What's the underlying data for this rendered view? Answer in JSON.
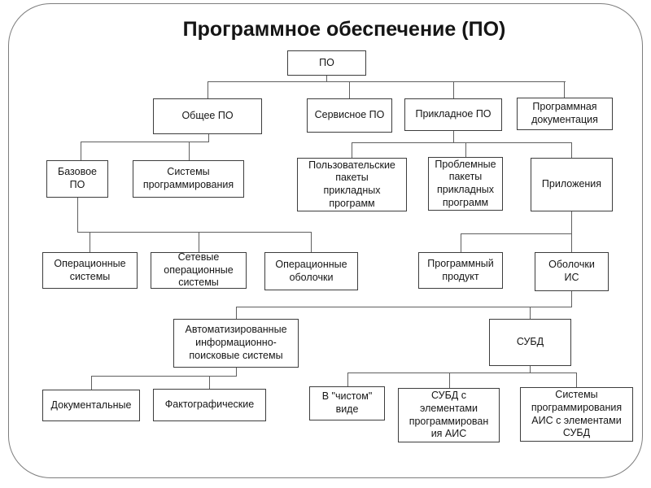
{
  "title": "Программное обеспечение (ПО)",
  "colors": {
    "background": "#ffffff",
    "box_border": "#3d3d3d",
    "connector": "#5f5f5f",
    "text": "#161616",
    "slide_border": "#7d7d7d"
  },
  "nodes": {
    "po": {
      "label": "ПО"
    },
    "obshchee_po": {
      "label": "Общее ПО"
    },
    "servisnoe_po": {
      "label": "Сервисное ПО"
    },
    "prikladnoe_po": {
      "label": "Прикладное ПО"
    },
    "prog_dokumentaciya": {
      "label": "Программная\nдокументация"
    },
    "bazovoe_po": {
      "label": "Базовое\nПО"
    },
    "sistemy_programmirovaniya": {
      "label": "Системы\nпрограммирования"
    },
    "polz_pakety": {
      "label": "Пользовательские\nпакеты\nприкладных\nпрограмм"
    },
    "probl_pakety": {
      "label": "Проблемные\nпакеты\nприкладных\nпрограмм"
    },
    "prilozheniya": {
      "label": "Приложения"
    },
    "oper_sistemy": {
      "label": "Операционные\nсистемы"
    },
    "set_oper_sistemy": {
      "label": "Сетевые\nоперационные\nсистемы"
    },
    "oper_obolochki": {
      "label": "Операционные\nоболочки"
    },
    "prog_produkt": {
      "label": "Программный\nпродукт"
    },
    "obolochki_is": {
      "label": "Оболочки\nИС"
    },
    "aips": {
      "label": "Автоматизированные\nинформационно-\nпоисковые системы"
    },
    "subd": {
      "label": "СУБД"
    },
    "dokumentalnye": {
      "label": "Документальные"
    },
    "faktograficheskie": {
      "label": "Фактографические"
    },
    "v_chistom_vide": {
      "label": "В \"чистом\"\nвиде"
    },
    "subd_s_elementami": {
      "label": "СУБД с\nэлементами\nпрограммирован\nия АИС"
    },
    "sistemy_prog_ais": {
      "label": "Системы\nпрограммирования\nАИС с элементами\nСУБД"
    }
  },
  "hierarchy": [
    {
      "parent": "ПО",
      "children": [
        "Общее ПО",
        "Сервисное ПО",
        "Прикладное ПО",
        "Программная документация"
      ]
    },
    {
      "parent": "Общее ПО",
      "children": [
        "Базовое ПО",
        "Системы программирования"
      ]
    },
    {
      "parent": "Прикладное ПО",
      "children": [
        "Пользовательские пакеты прикладных программ",
        "Проблемные пакеты прикладных программ",
        "Приложения"
      ]
    },
    {
      "parent": "Базовое ПО",
      "children": [
        "Операционные системы",
        "Сетевые операционные системы",
        "Операционные оболочки"
      ]
    },
    {
      "parent": "Приложения",
      "children": [
        "Программный продукт",
        "Оболочки ИС"
      ]
    },
    {
      "parent": "Оболочки ИС",
      "children": [
        "Автоматизированные информационно-поисковые системы",
        "СУБД"
      ]
    },
    {
      "parent": "Автоматизированные информационно-поисковые системы",
      "children": [
        "Документальные",
        "Фактографические"
      ]
    },
    {
      "parent": "СУБД",
      "children": [
        "В \"чистом\" виде",
        "СУБД с элементами программирования АИС",
        "Системы программирования АИС с элементами СУБД"
      ]
    }
  ]
}
